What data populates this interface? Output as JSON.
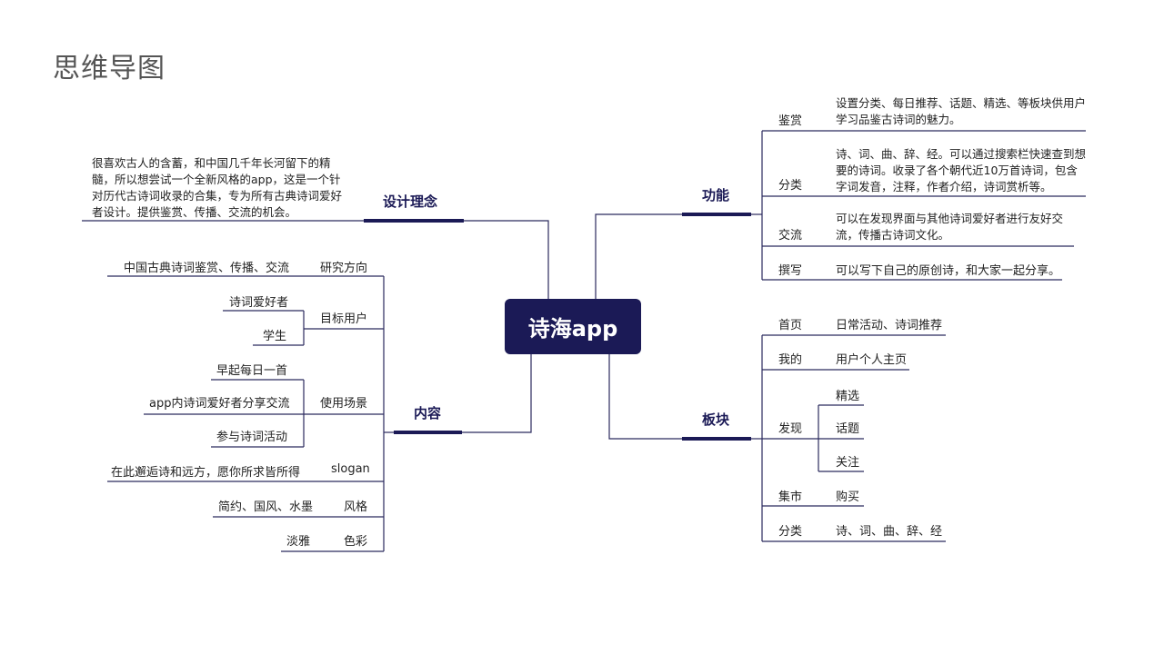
{
  "page_title": "思维导图",
  "center": "诗海app",
  "design": {
    "label": "设计理念",
    "text": "很喜欢古人的含蓄，和中国几千年长河留下的精髓，所以想尝试一个全新风格的app，这是一个针对历代古诗词收录的合集，专为所有古典诗词爱好者设计。提供鉴赏、传播、交流的机会。"
  },
  "content": {
    "label": "内容",
    "research": {
      "label": "研究方向",
      "value": "中国古典诗词鉴赏、传播、交流"
    },
    "target": {
      "label": "目标用户",
      "values": [
        "诗词爱好者",
        "学生"
      ]
    },
    "scenes": {
      "label": "使用场景",
      "values": [
        "早起每日一首",
        "app内诗词爱好者分享交流",
        "参与诗词活动"
      ]
    },
    "slogan": {
      "label": "slogan",
      "value": "在此邂逅诗和远方，愿你所求皆所得"
    },
    "style": {
      "label": "风格",
      "value": "简约、国风、水墨"
    },
    "color": {
      "label": "色彩",
      "value": "淡雅"
    }
  },
  "features": {
    "label": "功能",
    "items": [
      {
        "label": "鉴赏",
        "desc": "设置分类、每日推荐、话题、精选、等板块供用户学习品鉴古诗词的魅力。"
      },
      {
        "label": "分类",
        "desc": "诗、词、曲、辞、经。可以通过搜索栏快速查到想要的诗词。收录了各个朝代近10万首诗词，包含字词发音，注释，作者介绍，诗词赏析等。"
      },
      {
        "label": "交流",
        "desc": "可以在发现界面与其他诗词爱好者进行友好交流，传播古诗词文化。"
      },
      {
        "label": "撰写",
        "desc": "可以写下自己的原创诗，和大家一起分享。"
      }
    ]
  },
  "sections": {
    "label": "板块",
    "home": {
      "label": "首页",
      "value": "日常活动、诗词推荐"
    },
    "mine": {
      "label": "我的",
      "value": "用户个人主页"
    },
    "discover": {
      "label": "发现",
      "values": [
        "精选",
        "话题",
        "关注"
      ]
    },
    "market": {
      "label": "集市",
      "value": "购买"
    },
    "category": {
      "label": "分类",
      "value": "诗、词、曲、辞、经"
    }
  }
}
